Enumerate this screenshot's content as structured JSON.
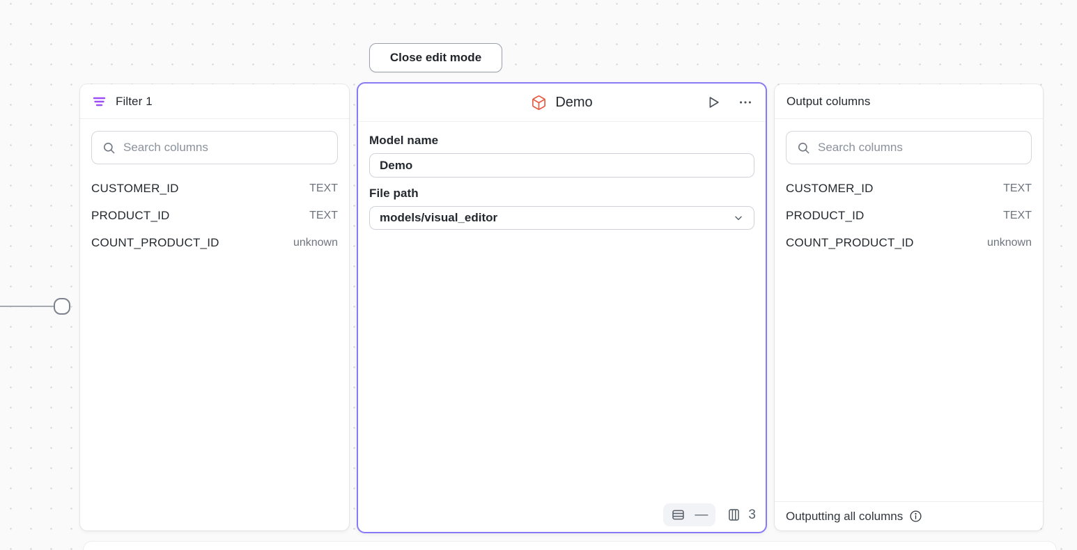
{
  "toolbar": {
    "close_edit_mode_label": "Close edit mode"
  },
  "filter_panel": {
    "title": "Filter 1",
    "search": {
      "placeholder": "Search columns"
    },
    "columns": [
      {
        "name": "CUSTOMER_ID",
        "type": "TEXT"
      },
      {
        "name": "PRODUCT_ID",
        "type": "TEXT"
      },
      {
        "name": "COUNT_PRODUCT_ID",
        "type": "unknown"
      }
    ]
  },
  "model_panel": {
    "title": "Demo",
    "model_name": {
      "label": "Model name",
      "value": "Demo"
    },
    "file_path": {
      "label": "File path",
      "value": "models/visual_editor"
    },
    "footer": {
      "row_count": "—",
      "column_count": "3"
    }
  },
  "output_panel": {
    "title": "Output columns",
    "search": {
      "placeholder": "Search columns"
    },
    "columns": [
      {
        "name": "CUSTOMER_ID",
        "type": "TEXT"
      },
      {
        "name": "PRODUCT_ID",
        "type": "TEXT"
      },
      {
        "name": "COUNT_PRODUCT_ID",
        "type": "unknown"
      }
    ],
    "footer": {
      "text": "Outputting all columns"
    }
  },
  "icons": {
    "filter": "filter-lines-icon",
    "search": "search-icon",
    "model": "cube-icon",
    "run": "play-icon",
    "more": "ellipsis-icon",
    "rows": "table-rows-icon",
    "columns": "table-columns-icon",
    "dropdown": "chevron-down-icon",
    "info": "info-icon"
  },
  "colors": {
    "selection_border": "#887af5",
    "filter_icon": "#9c4ef8",
    "model_icon": "#e8563c",
    "canvas_dot": "#d2d2d2"
  }
}
